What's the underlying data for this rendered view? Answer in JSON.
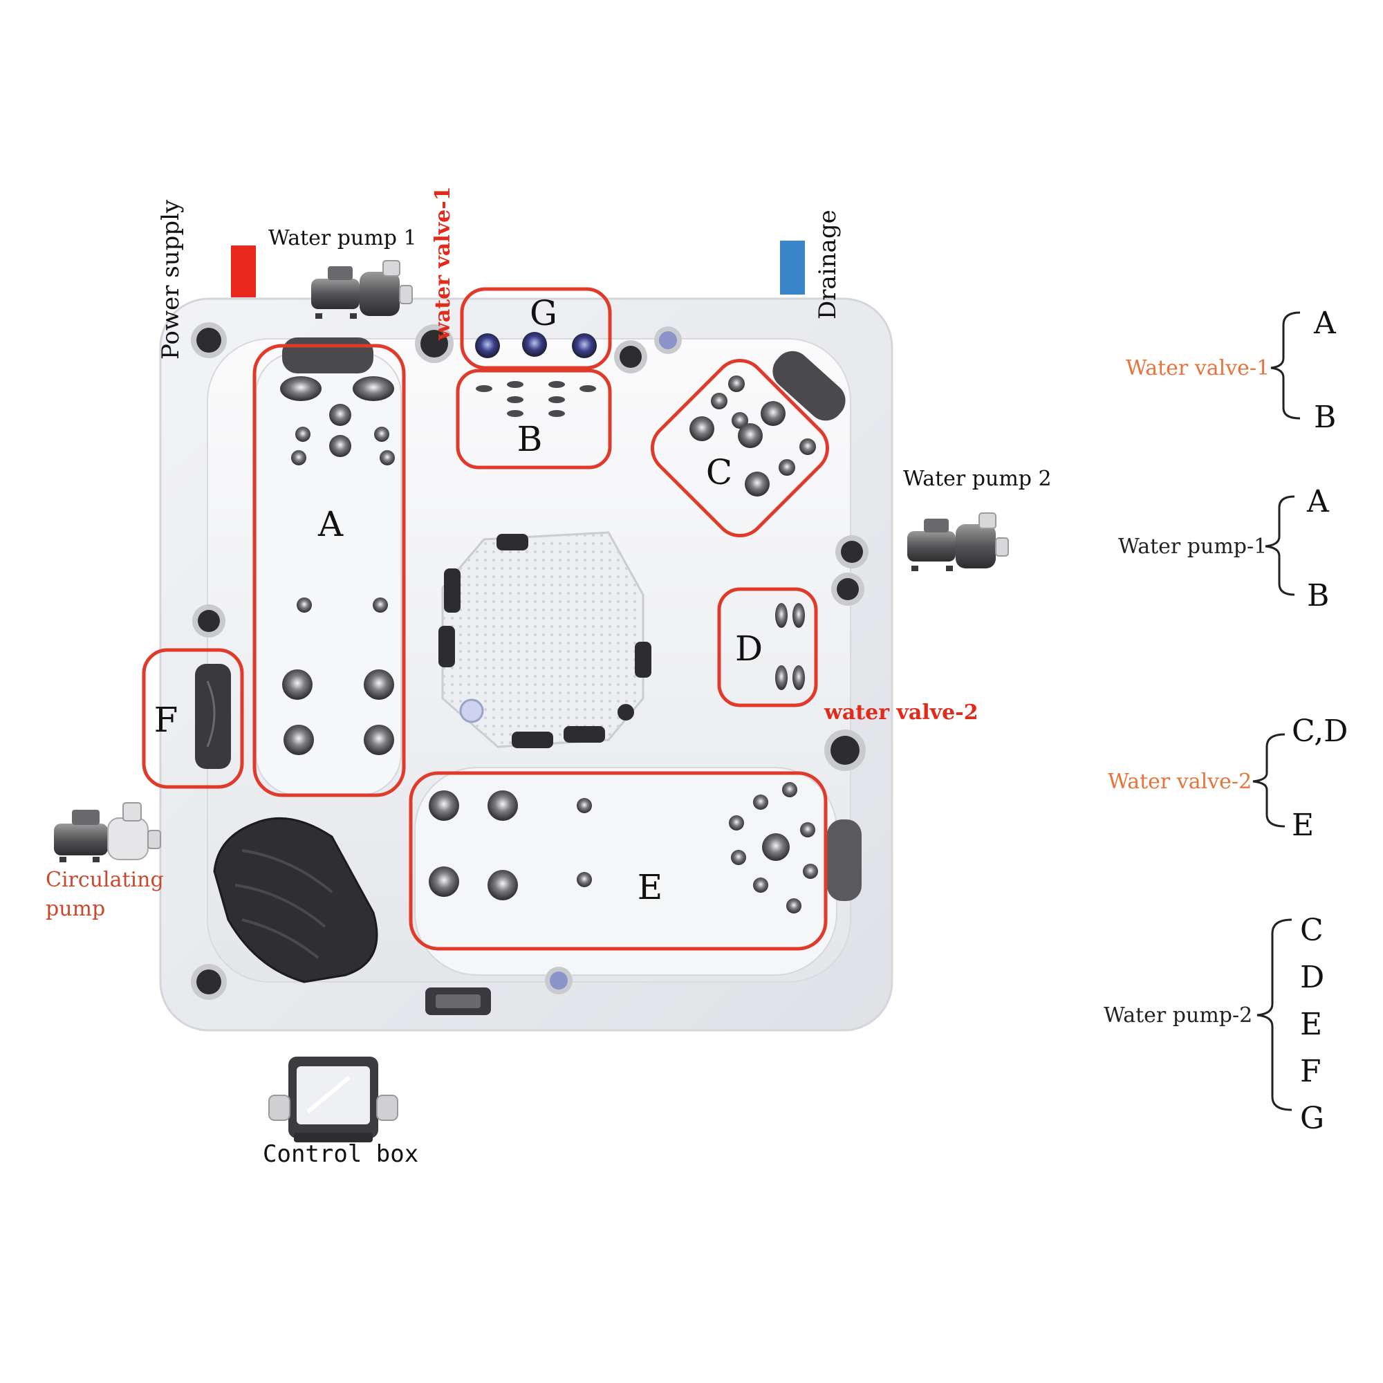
{
  "labels": {
    "power_supply": "Power supply",
    "water_pump_1": "Water pump 1",
    "water_valve_1_vertical": "water valve-1",
    "drainage": "Drainage",
    "water_pump_2": "Water pump 2",
    "water_valve_2": "water valve-2",
    "circulating_pump_line1": "Circulating",
    "circulating_pump_line2": "pump",
    "control_box": "Control box"
  },
  "zones": {
    "A": "A",
    "B": "B",
    "C": "C",
    "D": "D",
    "E": "E",
    "F": "F",
    "G": "G"
  },
  "legend": {
    "valve1": {
      "label": "Water valve-1",
      "items": [
        "A",
        "B"
      ]
    },
    "pump1": {
      "label": "Water pump-1",
      "items": [
        "A",
        "B"
      ]
    },
    "valve2": {
      "label": "Water valve-2",
      "items": [
        "C,D",
        "E"
      ]
    },
    "pump2": {
      "label": "Water pump-2",
      "items": [
        "C",
        "D",
        "E",
        "F",
        "G"
      ]
    }
  },
  "colors": {
    "zone_outline": "#e03a2a",
    "valve_label": "#e8733a",
    "red_label": "#e02a1a",
    "power_bar": "#e8291c",
    "drain_bar": "#3a86c8",
    "circ_label": "#c9482e",
    "tub_shell": "#e9ebef",
    "text": "#222222"
  }
}
